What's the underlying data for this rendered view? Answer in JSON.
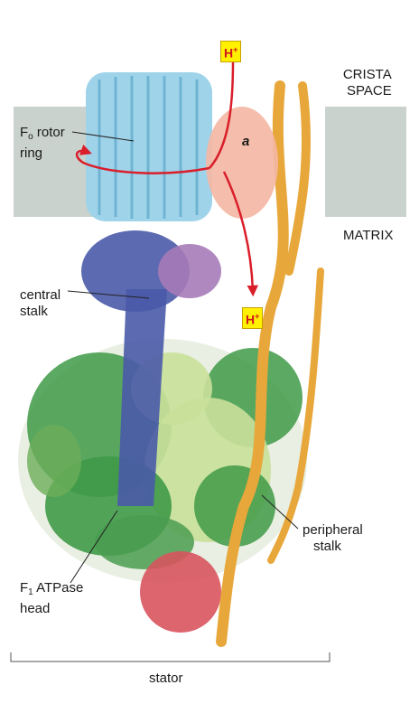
{
  "labels": {
    "crista_space_line1": "CRISTA",
    "crista_space_line2": "SPACE",
    "matrix": "MATRIX",
    "fo_rotor_prefix": "F",
    "fo_rotor_sub": "o",
    "fo_rotor_suffix": " rotor",
    "fo_rotor_line2": "ring",
    "subunit_a": "a",
    "central_stalk_line1": "central",
    "central_stalk_line2": "stalk",
    "peripheral_stalk_line1": "peripheral",
    "peripheral_stalk_line2": "stalk",
    "f1_prefix": "F",
    "f1_sub": "1",
    "f1_suffix": " ATPase",
    "f1_line2": "head",
    "stator": "stator",
    "proton_top": "H",
    "proton_bottom": "H",
    "proton_charge": "+"
  },
  "colors": {
    "membrane": "#c9d2cc",
    "rotor_ring": "#9fd3ea",
    "subunit_a": "#f4b7a4",
    "central_stalk": "#4a5aa8",
    "purple_domain": "#a67bb8",
    "f1_dark_green": "#3f9a48",
    "f1_light_green": "#c9e09a",
    "peripheral_stalk": "#e8a73a",
    "red_domain": "#d8545e",
    "proton_arrow": "#d91e2a",
    "proton_box": "#fff100"
  }
}
